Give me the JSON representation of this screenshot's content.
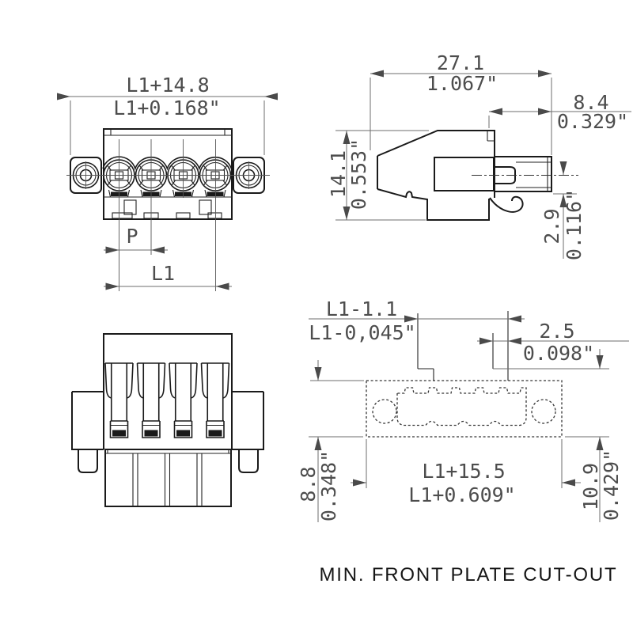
{
  "caption": "MIN. FRONT PLATE CUT-OUT",
  "colors": {
    "object_line": "#1a1a1a",
    "dimension_line": "#6e6e6e",
    "background": "#ffffff"
  },
  "front_view": {
    "dim_width_mm": "L1+14.8",
    "dim_width_in": "L1+0.168\"",
    "dim_pitch": "P",
    "dim_length": "L1"
  },
  "side_view": {
    "dim_depth_mm": "27.1",
    "dim_depth_in": "1.067\"",
    "dim_front_mm": "8.4",
    "dim_front_in": "0.329\"",
    "dim_height_mm": "14.1",
    "dim_height_in": "0.553\"",
    "dim_offset_mm": "2.9",
    "dim_offset_in": "0.116\""
  },
  "cutout_view": {
    "dim_notch_mm": "L1-1.1",
    "dim_notch_in": "L1-0,045\"",
    "dim_tab_mm": "2.5",
    "dim_tab_in": "0.098\"",
    "dim_height_left_mm": "8.8",
    "dim_height_left_in": "0.348\"",
    "dim_width_mm": "L1+15.5",
    "dim_width_in": "L1+0.609\"",
    "dim_height_right_mm": "10.9",
    "dim_height_right_in": "0.429\""
  }
}
